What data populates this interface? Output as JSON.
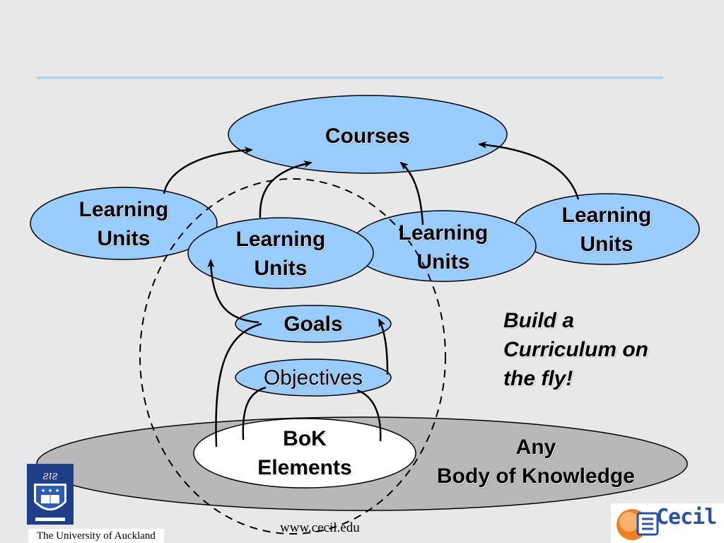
{
  "diagram": {
    "nodes": {
      "courses": "Courses",
      "lu_left": [
        "Learning",
        "Units"
      ],
      "lu_midleft": [
        "Learning",
        "Units"
      ],
      "lu_midright": [
        "Learning",
        "Units"
      ],
      "lu_right": [
        "Learning",
        "Units"
      ],
      "goals": "Goals",
      "objectives": "Objectives",
      "bok": [
        "BoK",
        "Elements"
      ],
      "body": [
        "Any",
        "Body of Knowledge"
      ]
    },
    "callout": [
      "Build a",
      "Curriculum on",
      "the fly!"
    ]
  },
  "footer": {
    "url": "www.cecil.edu",
    "university": "The University of Auckland",
    "logo_text": "Cecil"
  },
  "colors": {
    "background": "#e8e8e8",
    "node_fill": "#99ccff",
    "body_fill": "#b8b8b8",
    "title_rule": "#a8d0f5",
    "logo_blue": "#2a52a8",
    "logo_orange": "#f08020"
  }
}
